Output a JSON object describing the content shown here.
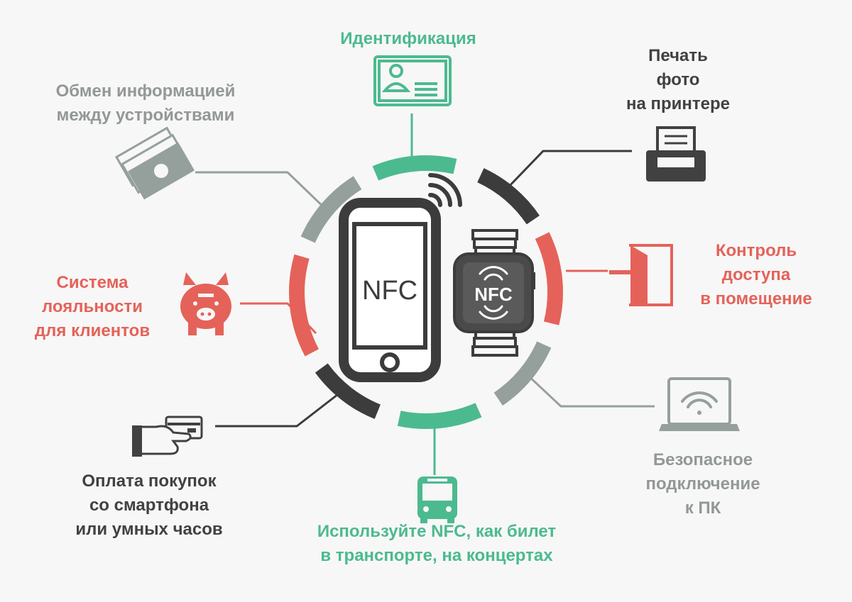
{
  "colors": {
    "green": "#4cba8f",
    "red": "#e5625a",
    "gray": "#95a09d",
    "dark": "#3c3c3c",
    "background": "#f7f7f7"
  },
  "center": {
    "phone_label": "NFC",
    "watch_label": "NFC"
  },
  "features": {
    "identification": {
      "lines": [
        "Идентификация"
      ],
      "icon": "id-card-icon"
    },
    "exchange": {
      "lines": [
        "Обмен информацией",
        "между устройствами"
      ],
      "icon": "money-bills-icon"
    },
    "printing": {
      "lines": [
        "Печать",
        "фото",
        "на принтере"
      ],
      "icon": "printer-icon"
    },
    "loyalty": {
      "lines": [
        "Система",
        "лояльности",
        "для клиентов"
      ],
      "icon": "piggy-bank-icon"
    },
    "access": {
      "lines": [
        "Контроль",
        "доступа",
        "в помещение"
      ],
      "icon": "door-entry-icon"
    },
    "payment": {
      "lines": [
        "Оплата покупок",
        "со смартфона",
        "или умных часов"
      ],
      "icon": "hand-card-icon"
    },
    "pc": {
      "lines": [
        "Безопасное",
        "подключение",
        "к ПК"
      ],
      "icon": "laptop-wifi-icon"
    },
    "transport": {
      "lines": [
        "Используйте NFC, как билет",
        "в транспорте, на концертах"
      ],
      "icon": "bus-icon"
    }
  }
}
